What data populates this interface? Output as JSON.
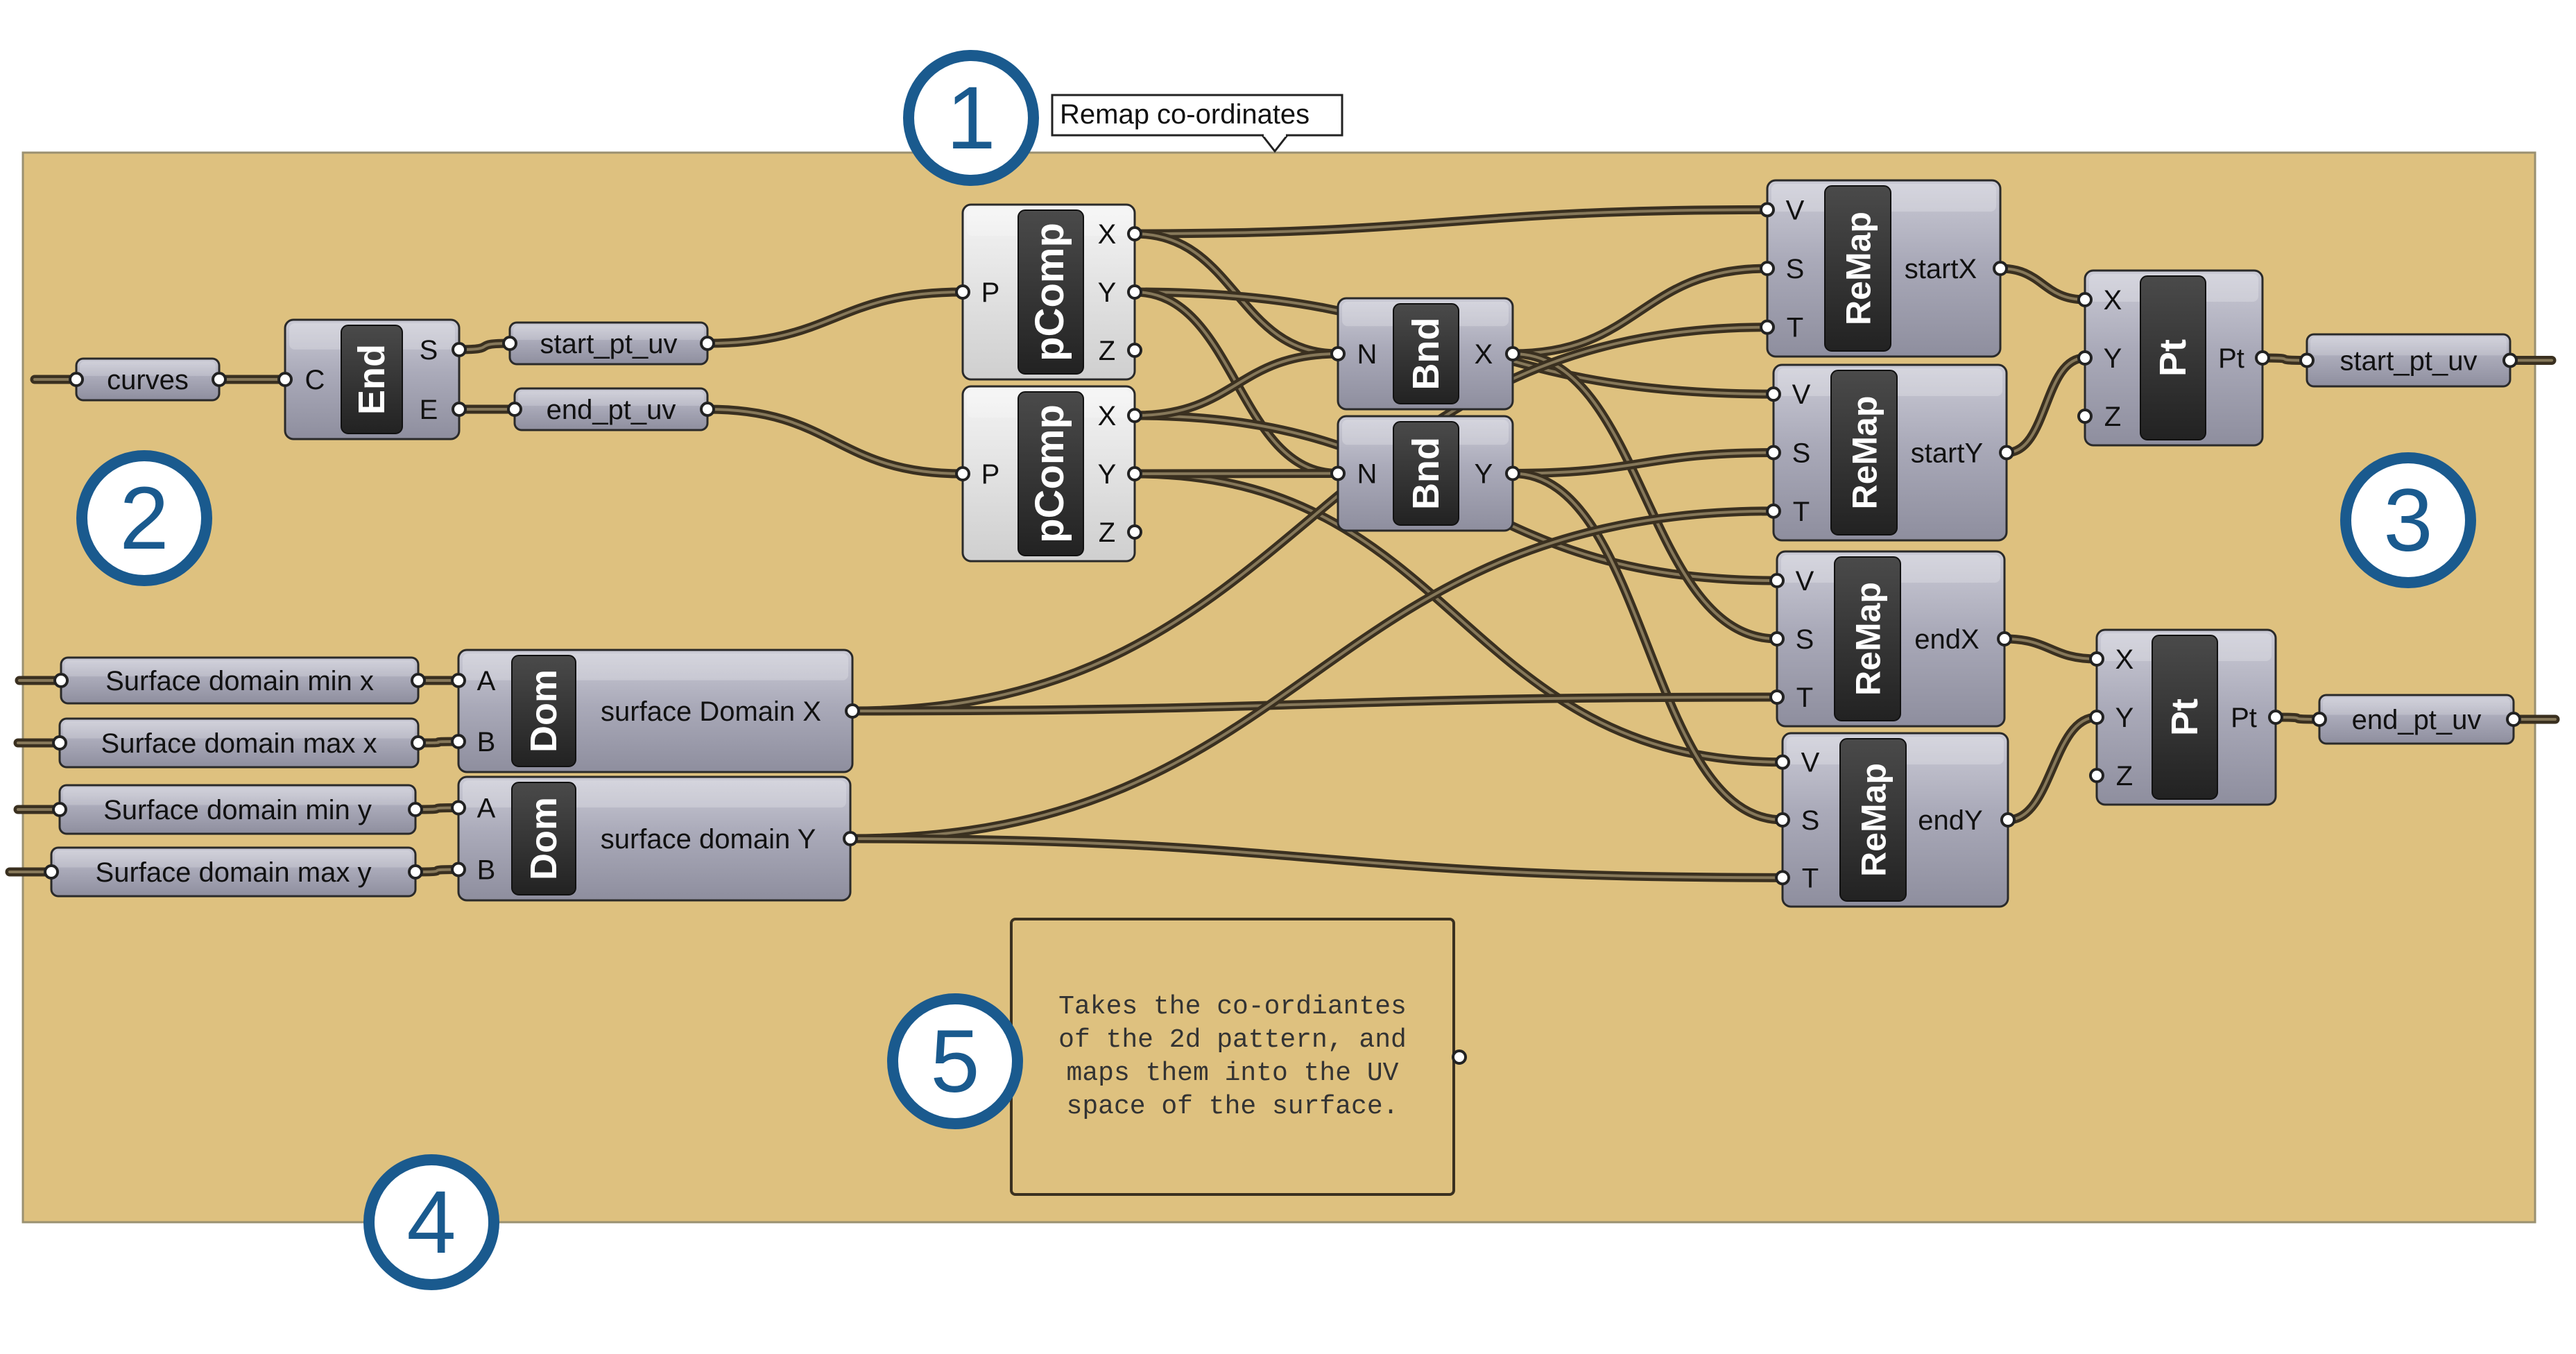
{
  "group": {
    "title": "Remap co-ordinates",
    "fill": "#dec17f",
    "border": "#9a9070"
  },
  "markers": [
    {
      "id": "m1",
      "label": "1"
    },
    {
      "id": "m2",
      "label": "2"
    },
    {
      "id": "m3",
      "label": "3"
    },
    {
      "id": "m4",
      "label": "4"
    },
    {
      "id": "m5",
      "label": "5"
    }
  ],
  "colors": {
    "marker_ring": "#1a5a8e",
    "component_body": "#a8a8b8",
    "component_dark": "#2d2d2d",
    "wire": "#3a3020",
    "panel_fill": "#dec17f"
  },
  "params": {
    "curves": "curves",
    "start_pt_uv_in": "start_pt_uv",
    "end_pt_uv_in": "end_pt_uv",
    "surf_min_x": "Surface domain min x",
    "surf_max_x": "Surface domain max x",
    "surf_min_y": "Surface domain min y",
    "surf_max_y": "Surface domain max y",
    "start_pt_uv_out": "start_pt_uv",
    "end_pt_uv_out": "end_pt_uv"
  },
  "components": {
    "end": {
      "name": "End",
      "inputs": [
        "C"
      ],
      "outputs": [
        "S",
        "E"
      ]
    },
    "pcomp1": {
      "name": "pComp",
      "inputs": [
        "P"
      ],
      "outputs": [
        "X",
        "Y",
        "Z"
      ]
    },
    "pcomp2": {
      "name": "pComp",
      "inputs": [
        "P"
      ],
      "outputs": [
        "X",
        "Y",
        "Z"
      ]
    },
    "bnd1": {
      "name": "Bnd",
      "inputs": [
        "N"
      ],
      "outputs": [
        "X"
      ]
    },
    "bnd2": {
      "name": "Bnd",
      "inputs": [
        "N"
      ],
      "outputs": [
        "Y"
      ]
    },
    "domx": {
      "name": "Dom",
      "inputs": [
        "A",
        "B"
      ],
      "outputs": [
        "surface Domain X"
      ]
    },
    "domy": {
      "name": "Dom",
      "inputs": [
        "A",
        "B"
      ],
      "outputs": [
        "surface domain Y"
      ]
    },
    "remap1": {
      "name": "ReMap",
      "inputs": [
        "V",
        "S",
        "T"
      ],
      "outputs": [
        "startX"
      ]
    },
    "remap2": {
      "name": "ReMap",
      "inputs": [
        "V",
        "S",
        "T"
      ],
      "outputs": [
        "startY"
      ]
    },
    "remap3": {
      "name": "ReMap",
      "inputs": [
        "V",
        "S",
        "T"
      ],
      "outputs": [
        "endX"
      ]
    },
    "remap4": {
      "name": "ReMap",
      "inputs": [
        "V",
        "S",
        "T"
      ],
      "outputs": [
        "endY"
      ]
    },
    "pt1": {
      "name": "Pt",
      "inputs": [
        "X",
        "Y",
        "Z"
      ],
      "outputs": [
        "Pt"
      ]
    },
    "pt2": {
      "name": "Pt",
      "inputs": [
        "X",
        "Y",
        "Z"
      ],
      "outputs": [
        "Pt"
      ]
    }
  },
  "note": {
    "lines": [
      "Takes the co-ordiantes",
      "of the 2d pattern, and",
      "maps them into the UV",
      "space of the surface."
    ]
  }
}
